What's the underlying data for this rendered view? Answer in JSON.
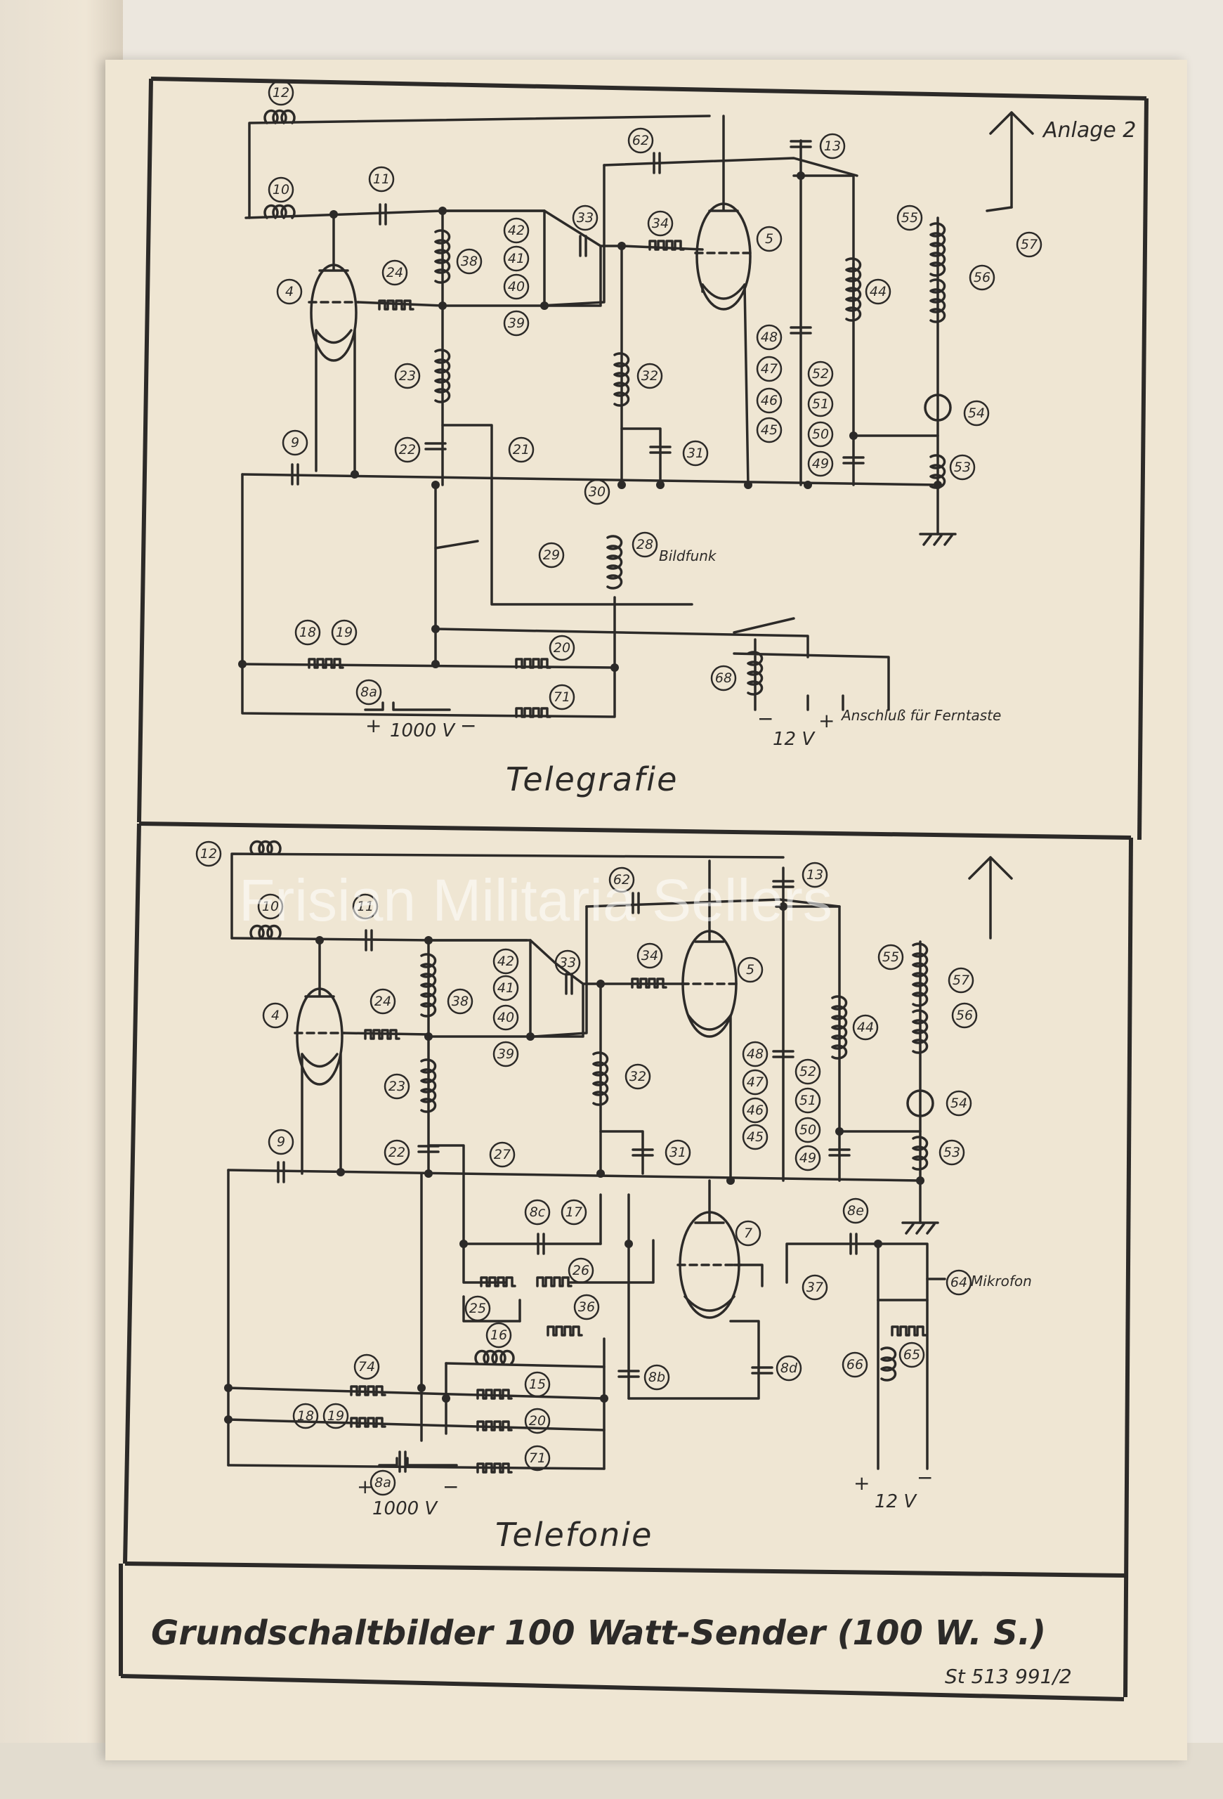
{
  "header": {
    "annex_label": "Anlage 2"
  },
  "watermark": "Frisian Militaria Sellers",
  "top_diagram": {
    "title": "Telegrafie",
    "component_numbers": [
      "12",
      "10",
      "11",
      "62",
      "13",
      "4",
      "24",
      "38",
      "42",
      "41",
      "40",
      "39",
      "33",
      "34",
      "5",
      "44",
      "55",
      "57",
      "56",
      "23",
      "32",
      "48",
      "47",
      "46",
      "45",
      "52",
      "51",
      "50",
      "49",
      "54",
      "53",
      "9",
      "22",
      "21",
      "31",
      "30",
      "29",
      "28",
      "18",
      "19",
      "20",
      "8a",
      "71",
      "68"
    ],
    "labels": {
      "bildfunk": "Bildfunk",
      "remote_key": "Anschluß für Ferntaste",
      "voltage_12": "12 V",
      "voltage_1000": "1000 V",
      "plus": "+",
      "minus": "−"
    }
  },
  "bottom_diagram": {
    "title": "Telefonie",
    "component_numbers": [
      "12",
      "10",
      "11",
      "62",
      "13",
      "4",
      "24",
      "38",
      "42",
      "41",
      "40",
      "39",
      "33",
      "34",
      "5",
      "44",
      "55",
      "57",
      "56",
      "23",
      "32",
      "48",
      "47",
      "46",
      "45",
      "52",
      "51",
      "50",
      "49",
      "54",
      "53",
      "9",
      "22",
      "27",
      "31",
      "8c",
      "17",
      "7",
      "8e",
      "64",
      "25",
      "26",
      "36",
      "37",
      "16",
      "8b",
      "8d",
      "66",
      "65",
      "74",
      "15",
      "18",
      "19",
      "20",
      "8a",
      "71"
    ],
    "labels": {
      "microphone": "Mikrofon",
      "voltage_12": "12 V",
      "voltage_1000": "1000 V",
      "plus": "+",
      "minus": "−"
    }
  },
  "footer": {
    "caption": "Grundschaltbilder 100 Watt-Sender (100 W. S.)",
    "doc_number": "St 513 991/2"
  }
}
